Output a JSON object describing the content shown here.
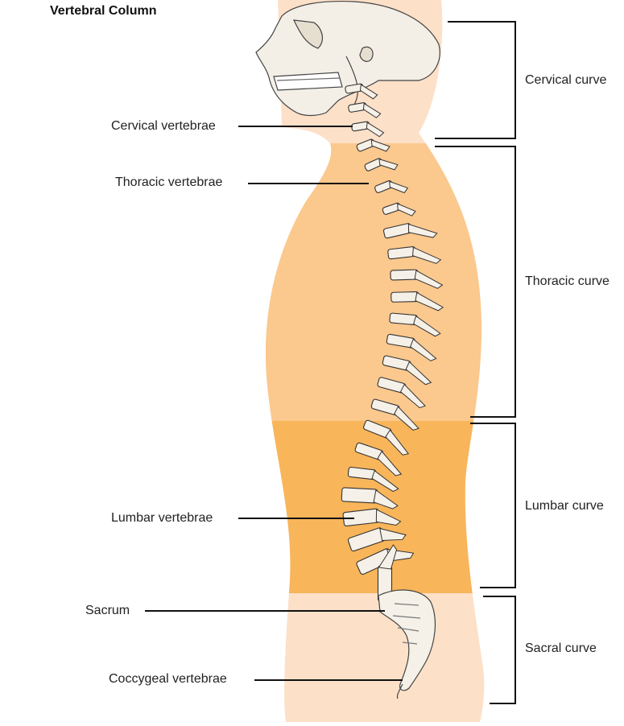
{
  "title": "Vertebral Column",
  "labels": {
    "cervical_vertebrae": "Cervical vertebrae",
    "thoracic_vertebrae": "Thoracic vertebrae",
    "lumbar_vertebrae": "Lumbar vertebrae",
    "sacrum": "Sacrum",
    "coccygeal_vertebrae": "Coccygeal vertebrae"
  },
  "curves": {
    "cervical": "Cervical curve",
    "thoracic": "Thoracic curve",
    "lumbar": "Lumbar curve",
    "sacral": "Sacral curve"
  },
  "colors": {
    "cervical_region": "#fde0c8",
    "thoracic_region": "#fbc88e",
    "lumbar_region": "#f8b55a",
    "sacral_region": "#fde0c8",
    "bone": "#f5f1e8",
    "bone_outline": "#333333"
  }
}
